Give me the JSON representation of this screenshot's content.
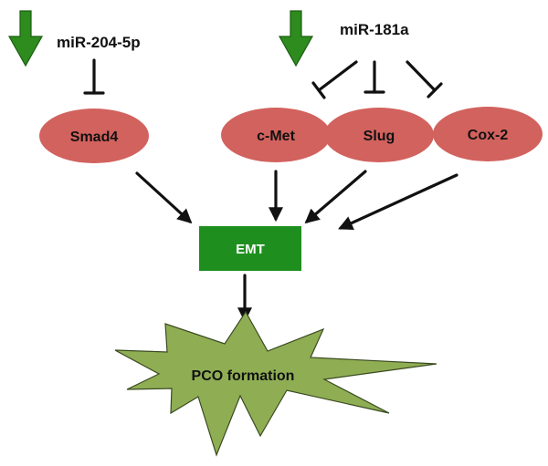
{
  "mirnas": [
    {
      "id": "mir204",
      "label": "miR-204-5p",
      "trend": "down",
      "trend_icon": "down-arrow-icon"
    },
    {
      "id": "mir181",
      "label": "miR-181a",
      "trend": "down",
      "trend_icon": "down-arrow-icon"
    }
  ],
  "targets": [
    {
      "id": "smad4",
      "label": "Smad4"
    },
    {
      "id": "cmet",
      "label": "c-Met"
    },
    {
      "id": "slug",
      "label": "Slug"
    },
    {
      "id": "cox2",
      "label": "Cox-2"
    }
  ],
  "process": {
    "id": "emt",
    "label": "EMT"
  },
  "outcome": {
    "id": "pco",
    "label": "PCO formation"
  },
  "edges": [
    {
      "from": "mir204",
      "to": "smad4",
      "type": "inhibition"
    },
    {
      "from": "mir181",
      "to": "cmet",
      "type": "inhibition"
    },
    {
      "from": "mir181",
      "to": "slug",
      "type": "inhibition"
    },
    {
      "from": "mir181",
      "to": "cox2",
      "type": "inhibition"
    },
    {
      "from": "smad4",
      "to": "emt",
      "type": "activation"
    },
    {
      "from": "cmet",
      "to": "emt",
      "type": "activation"
    },
    {
      "from": "slug",
      "to": "emt",
      "type": "activation"
    },
    {
      "from": "cox2",
      "to": "emt",
      "type": "activation"
    },
    {
      "from": "emt",
      "to": "pco",
      "type": "activation"
    }
  ],
  "colors": {
    "down_arrow": "#2e8b1e",
    "down_arrow_edge": "#1c5e12",
    "target_fill": "#d2625e",
    "emt_fill": "#1e8f1e",
    "pco_fill": "#8fae54",
    "pco_edge": "#3a4a20",
    "edge": "#111111"
  }
}
